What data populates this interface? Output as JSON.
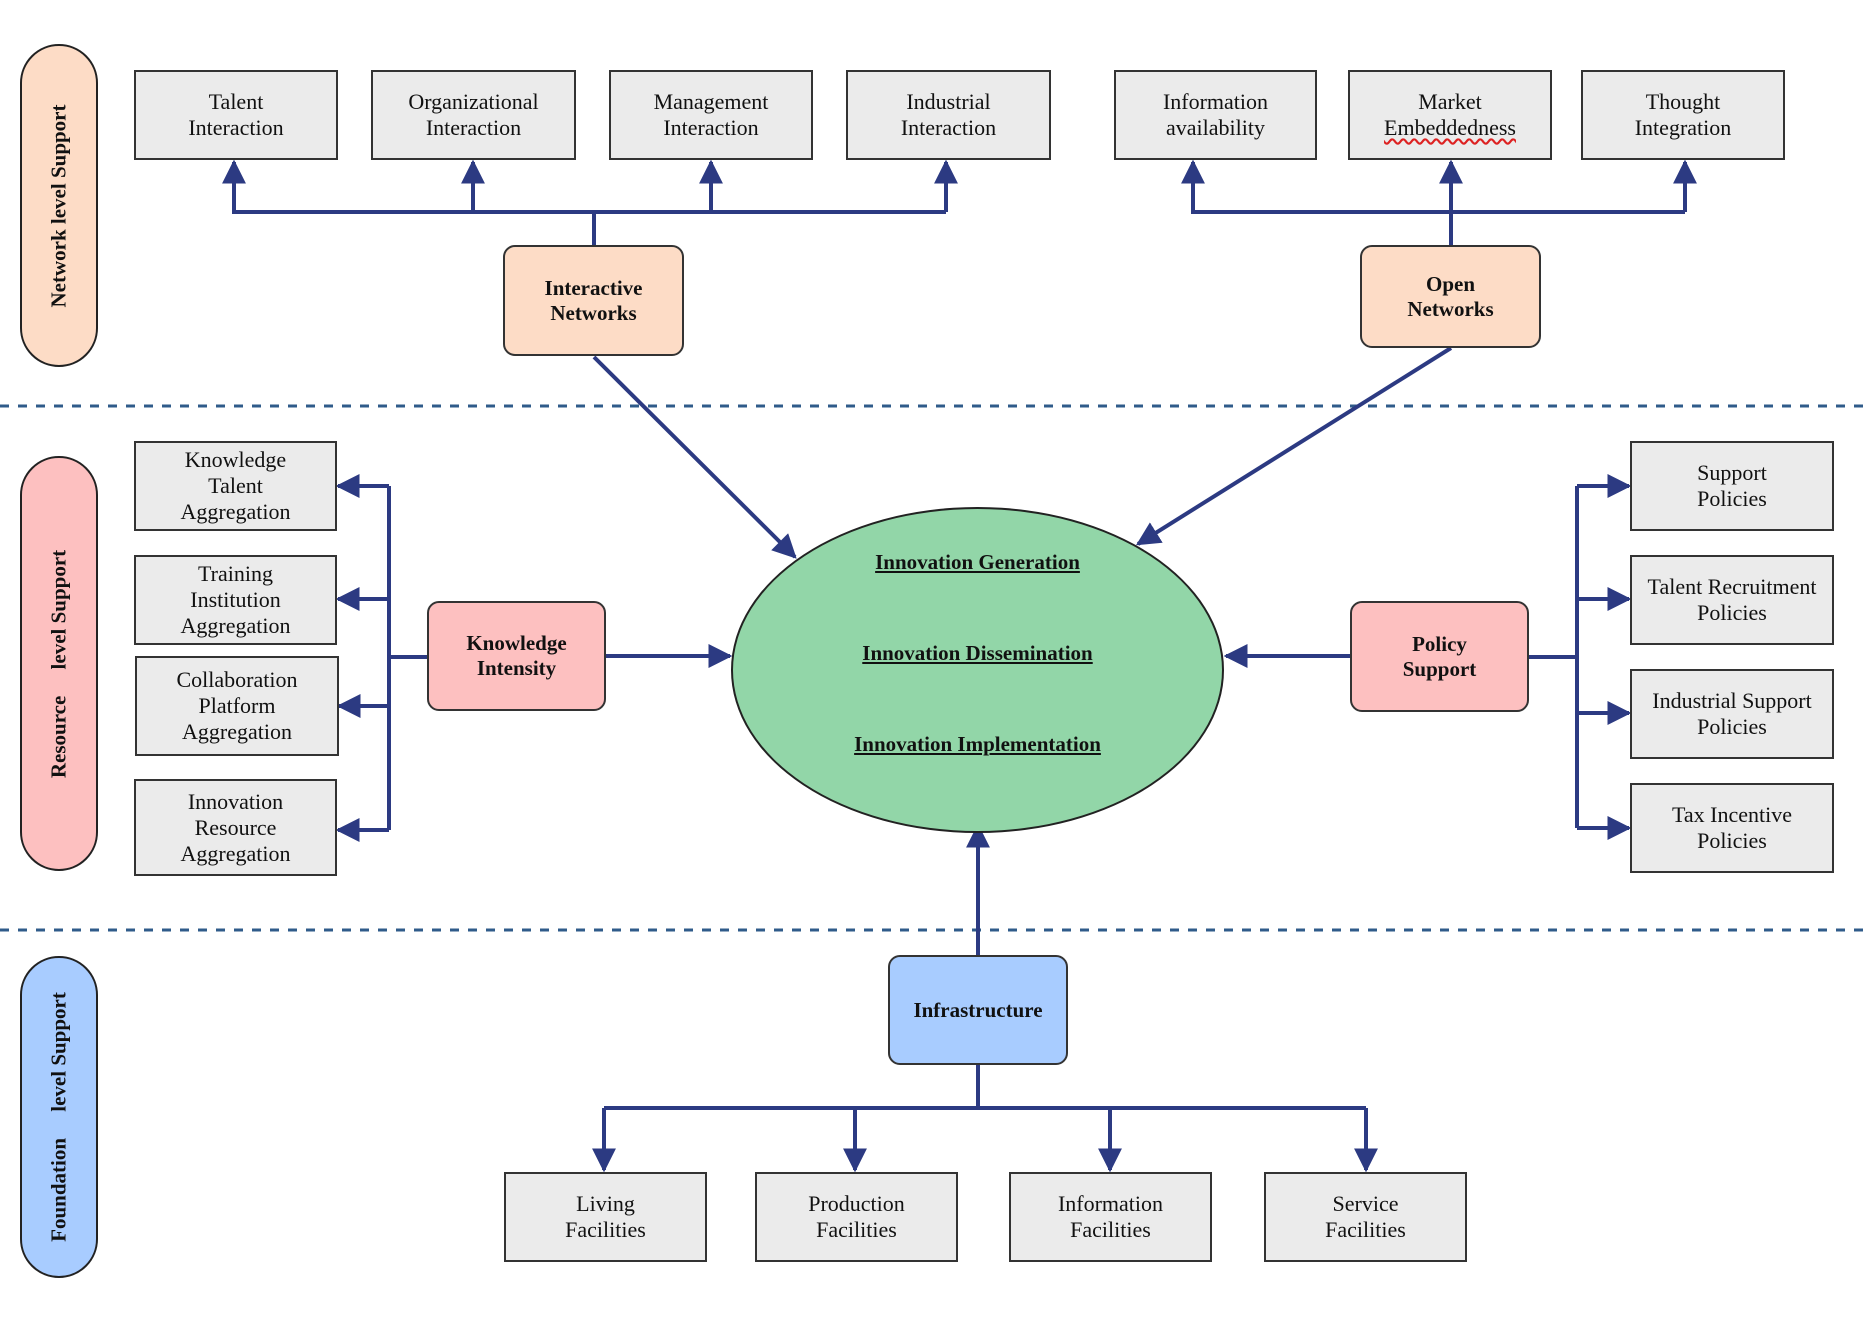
{
  "levels": {
    "network": "Network level Support",
    "resource": "Resource     level Support",
    "foundation": "Foundation     level Support"
  },
  "network": {
    "interactive_hub": "Interactive\nNetworks",
    "interactive_items": [
      "Talent\nInteraction",
      "Organizational\nInteraction",
      "Management\nInteraction",
      "Industrial\nInteraction"
    ],
    "open_hub": "Open\nNetworks",
    "open_items": [
      "Information\navailability",
      "Market\nEmbeddedness",
      "Thought\nIntegration"
    ]
  },
  "center": {
    "stages": [
      "Innovation Generation",
      "Innovation Dissemination",
      "Innovation Implementation"
    ]
  },
  "resource": {
    "knowledge_hub": "Knowledge\nIntensity",
    "knowledge_items": [
      "Knowledge\nTalent\nAggregation",
      "Training\nInstitution\nAggregation",
      "Collaboration\nPlatform\nAggregation",
      "Innovation\nResource\nAggregation"
    ],
    "policy_hub": "Policy\nSupport",
    "policy_items": [
      "Support\nPolicies",
      "Talent Recruitment\nPolicies",
      "Industrial Support\nPolicies",
      "Tax Incentive\nPolicies"
    ]
  },
  "foundation": {
    "infrastructure_hub": "Infrastructure",
    "infrastructure_items": [
      "Living\nFacilities",
      "Production\nFacilities",
      "Information\nFacilities",
      "Service\nFacilities"
    ]
  },
  "colors": {
    "connector": "#2c3a82",
    "network_fill": "#fddcc6",
    "resource_fill": "#fdc0c0",
    "foundation_fill": "#a8ccff",
    "center_fill": "#92d6a8",
    "leaf_fill": "#ebebeb",
    "divider": "#2f5b8a"
  }
}
